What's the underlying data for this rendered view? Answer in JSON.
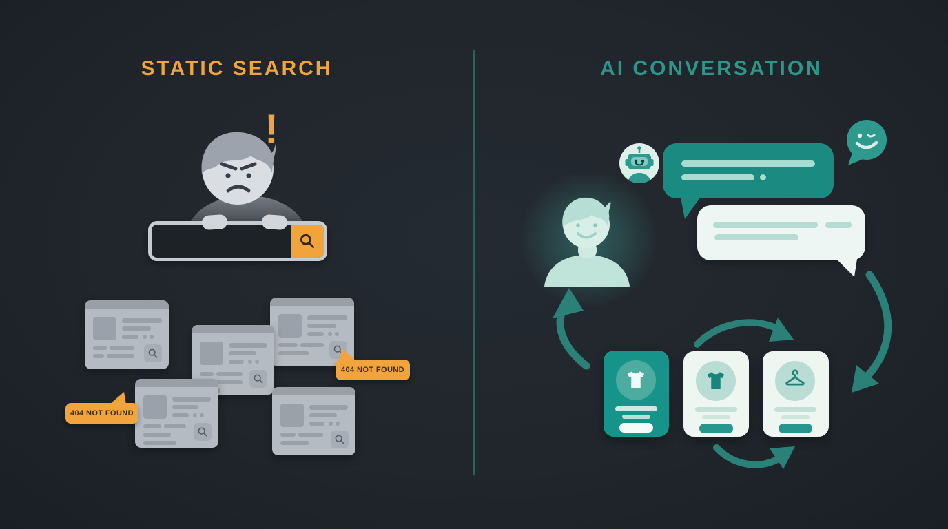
{
  "left_panel": {
    "title": "STATIC SEARCH",
    "exclamation": "!",
    "search_value": "",
    "badges": [
      "404 NOT FOUND",
      "404 NOT FOUND"
    ]
  },
  "right_panel": {
    "title": "AI CONVERSATION"
  },
  "icons": {
    "search_button": "magnifier",
    "result_card_corner": "magnifier",
    "robot_avatar": "robot-face",
    "smiley_bubble": "winking-smiley-speech-bubble",
    "frustrated_user": "angry-person",
    "happy_user": "smiling-person",
    "product_card_1": "t-shirt",
    "product_card_2": "t-shirt",
    "product_card_3": "clothes-hanger",
    "flow_arrows": "curved-cycle-arrows"
  },
  "colors": {
    "background": "#20262b",
    "accent_orange": "#f2a43c",
    "accent_teal": "#2e958b",
    "bubble_teal": "#1b8a80",
    "bubble_light": "#edf6f2",
    "result_card_gray": "#b5bbc3",
    "arrow_teal": "#2b8077",
    "divider_teal": "#2a635e"
  }
}
